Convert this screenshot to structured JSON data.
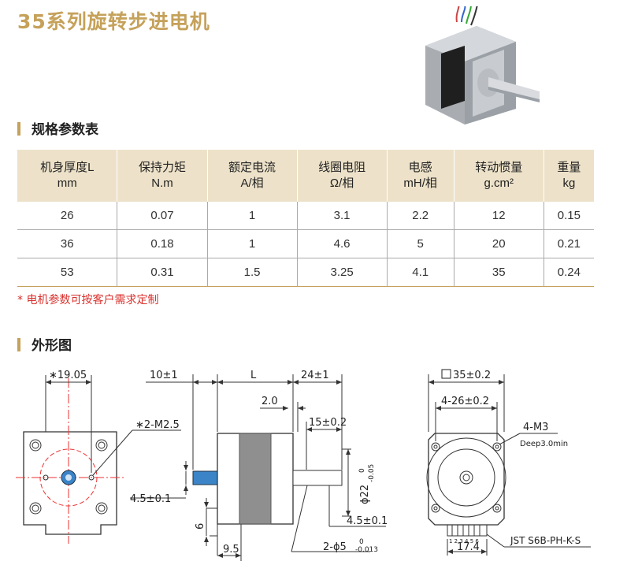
{
  "title": "35系列旋转步进电机",
  "spec_section": "规格参数表",
  "table": {
    "headers": [
      {
        "l1": "机身厚度L",
        "l2": "mm"
      },
      {
        "l1": "保持力矩",
        "l2": "N.m"
      },
      {
        "l1": "额定电流",
        "l2": "A/相"
      },
      {
        "l1": "线圈电阻",
        "l2": "Ω/相"
      },
      {
        "l1": "电感",
        "l2": "mH/相"
      },
      {
        "l1": "转动惯量",
        "l2": "g.cm²"
      },
      {
        "l1": "重量",
        "l2": "kg"
      }
    ],
    "rows": [
      [
        "26",
        "0.07",
        "1",
        "3.1",
        "2.2",
        "12",
        "0.15"
      ],
      [
        "36",
        "0.18",
        "1",
        "4.6",
        "5",
        "20",
        "0.21"
      ],
      [
        "53",
        "0.31",
        "1.5",
        "3.25",
        "4.1",
        "35",
        "0.24"
      ]
    ]
  },
  "note": "* 电机参数可按客户需求定制",
  "drawing_section": "外形图",
  "drawing": {
    "d_19": "∗19.05",
    "d_m25": "∗2-M2.5",
    "d_10": "10±1",
    "d_L": "L",
    "d_24": "24±1",
    "d_20": "2.0",
    "d_15": "15±0.2",
    "d_45a": "4.5±0.1",
    "d_22": "ϕ22",
    "d_22tol": "-0.05",
    "d_22tol0": "0",
    "d_6": "6",
    "d_95": "9.5",
    "d_45b": "4.5±0.1",
    "d_shaft": "2-ϕ5",
    "d_shafttol": "-0.013",
    "d_shafttol0": "0",
    "d_35": "35±0.2",
    "d_426": "4-26±0.2",
    "d_m3": "4-M3",
    "d_deep": "Deep3.0min",
    "d_pins": "1 2 3 4 5 6",
    "d_174": "17.4",
    "d_jst": "JST S6B-PH-K-S"
  }
}
